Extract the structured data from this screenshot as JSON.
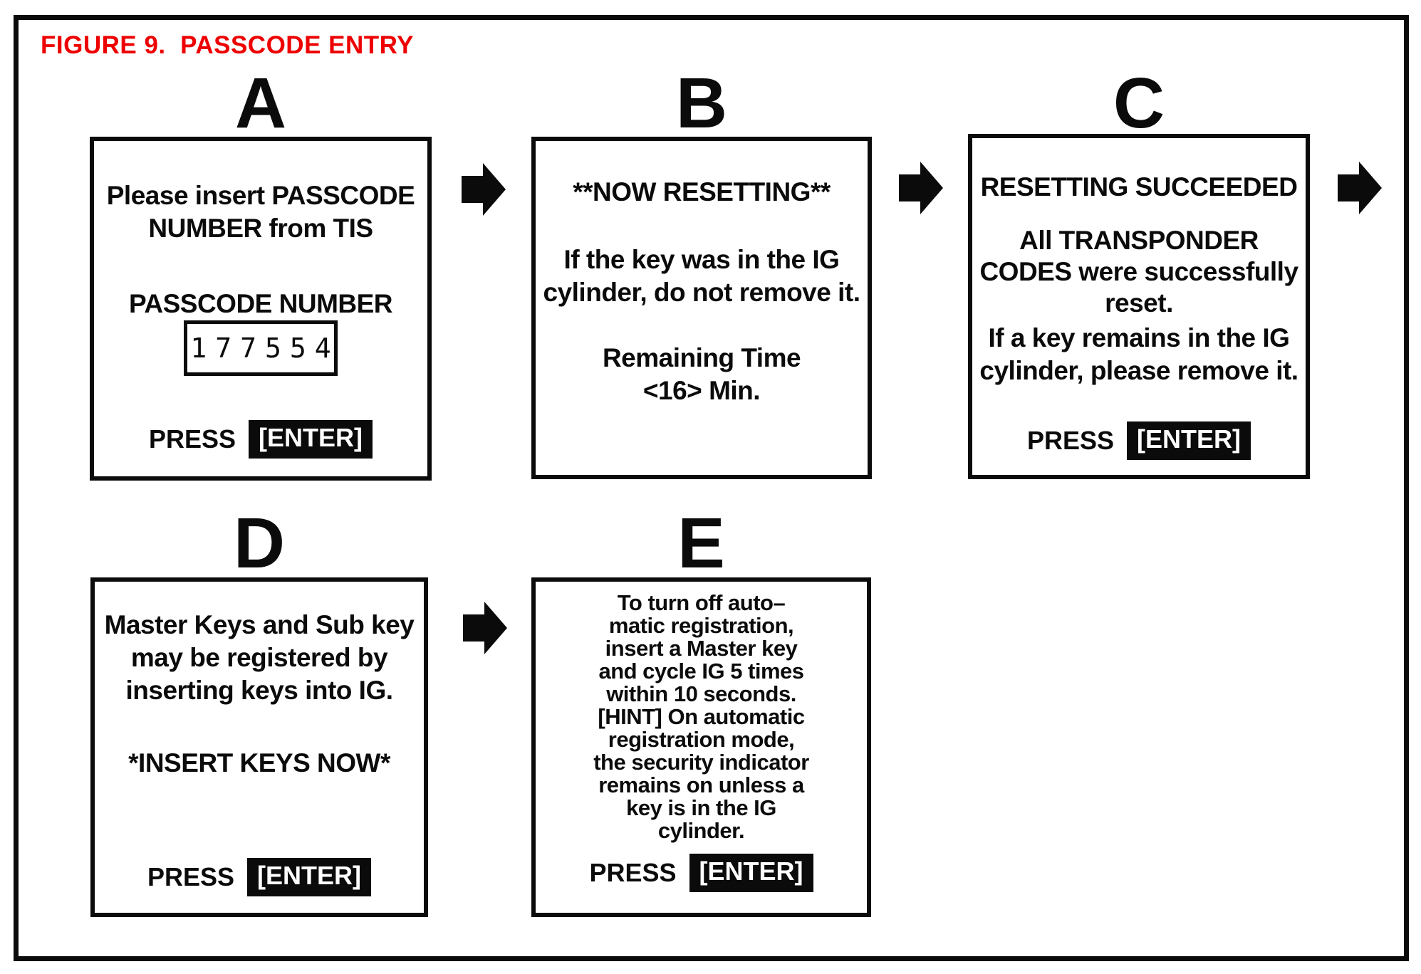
{
  "figure_title": "FIGURE 9.  PASSCODE ENTRY",
  "colors": {
    "title_red": "#ee0000",
    "ink_black": "#0b0b0b",
    "background": "#ffffff"
  },
  "icons": {
    "flow_arrow": "right-block-arrow"
  },
  "screens": [
    {
      "label": "A",
      "lines": [
        "Please insert PASSCODE",
        "NUMBER from TIS"
      ],
      "field_label": "PASSCODE NUMBER",
      "passcode_value": "177554",
      "press_label": "PRESS",
      "enter_label": "[ENTER]"
    },
    {
      "label": "B",
      "title": "**NOW RESETTING**",
      "lines": [
        "If the key was in the IG",
        "cylinder, do not remove it."
      ],
      "remaining": [
        "Remaining Time",
        "<16> Min."
      ]
    },
    {
      "label": "C",
      "title": "RESETTING SUCCEEDED",
      "lines": [
        "All TRANSPONDER",
        "CODES were successfully",
        "reset."
      ],
      "lines2": [
        "If a key remains in the IG",
        "cylinder, please remove it."
      ],
      "press_label": "PRESS",
      "enter_label": "[ENTER]"
    },
    {
      "label": "D",
      "lines": [
        "Master Keys and Sub key",
        "may be registered by",
        "inserting keys into IG."
      ],
      "insert_now": "*INSERT KEYS NOW*",
      "press_label": "PRESS",
      "enter_label": "[ENTER]"
    },
    {
      "label": "E",
      "lines": [
        "To turn off auto–",
        "matic registration,",
        "insert a Master key",
        "and cycle IG 5 times",
        "within 10 seconds.",
        "[HINT] On automatic",
        "registration mode,",
        "the security indicator",
        "remains on unless a",
        "key is in the IG",
        "cylinder."
      ],
      "press_label": "PRESS",
      "enter_label": "[ENTER]"
    }
  ]
}
